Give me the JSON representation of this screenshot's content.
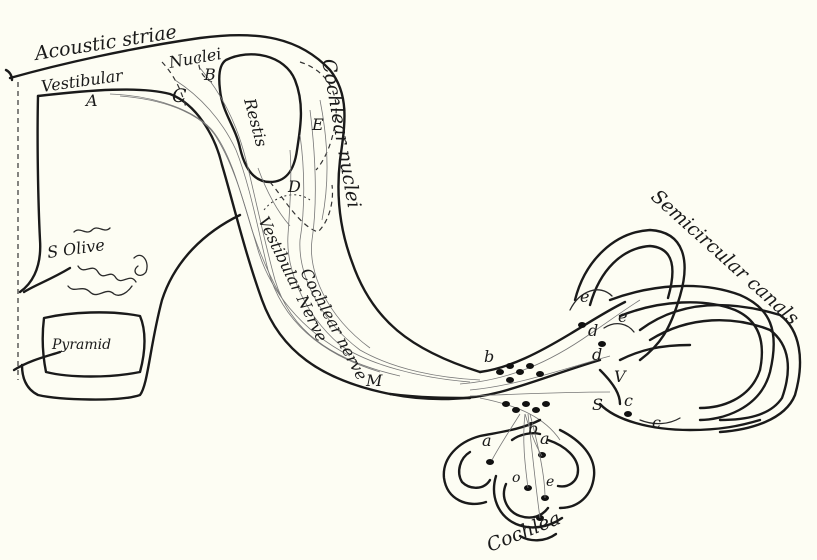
{
  "labels": {
    "acoustic_striae": "Acoustic striae",
    "vestibular": "Vestibular",
    "nuclei": "Nuclei",
    "restis": "Restis",
    "cochlear_nuclei": "Cochlear nuclei",
    "s_olive": "S Olive",
    "pyramid": "Pyramid",
    "vestibular_nerve": "Vestibular Nerve",
    "cochlear_nerve": "Cochlear nerve",
    "semicircular_canals": "Semicircular canals",
    "cochlea": "Cochlea",
    "A": "A",
    "B": "B",
    "C": "C",
    "D": "D",
    "E": "E",
    "M": "M",
    "V": "V",
    "S": "S",
    "a": "a",
    "b": "b",
    "c": "c",
    "d": "d",
    "e": "e",
    "o": "o"
  }
}
